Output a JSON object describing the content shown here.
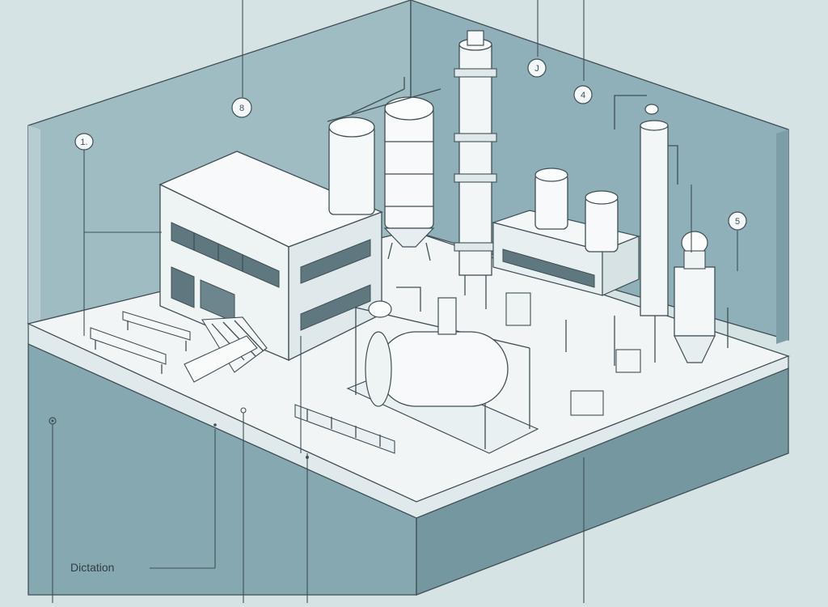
{
  "diagram": {
    "callouts": [
      {
        "id": "c1",
        "text": "1."
      },
      {
        "id": "c2",
        "text": "8"
      },
      {
        "id": "c3",
        "text": "J"
      },
      {
        "id": "c4",
        "text": "4"
      },
      {
        "id": "c5",
        "text": "5"
      }
    ],
    "caption": "Dictation",
    "colors": {
      "background": "#d6e3e5",
      "wall": "#9fbcc3",
      "wall_dark": "#8fb0b8",
      "platform_side": "#86a8b0",
      "floor": "#f1f5f6",
      "ink": "#3f4f55"
    }
  }
}
